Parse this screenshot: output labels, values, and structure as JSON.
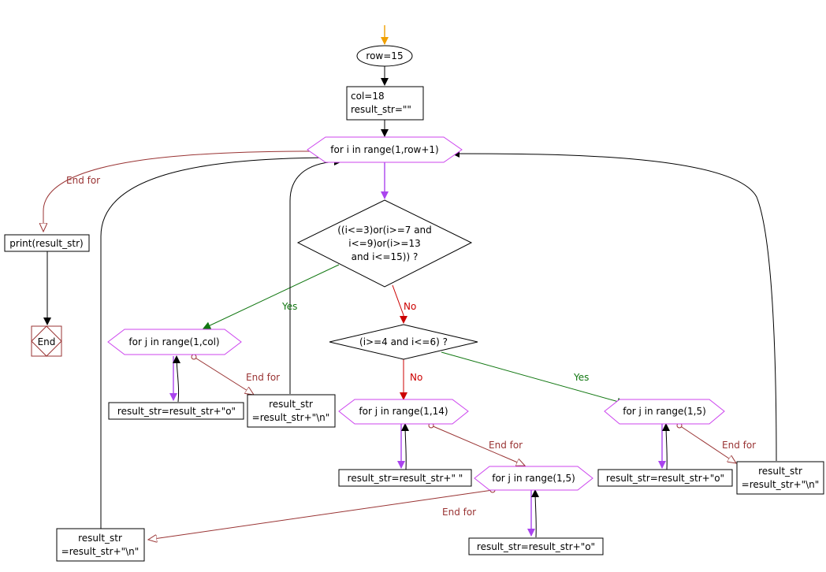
{
  "nodes": {
    "row": "row=15",
    "init_col": "col=18",
    "init_str": "result_str=\"\"",
    "outer_loop": "for i in range(1,row+1)",
    "cond1_line1": "((i<=3)or(i>=7 and",
    "cond1_line2": "i<=9)or(i>=13",
    "cond1_line3": "and i<=15)) ?",
    "cond2": "(i>=4 and i<=6) ?",
    "loop_a": "for j in range(1,col)",
    "body_a": "result_str=result_str+\"o\"",
    "nl_a_line1": "result_str",
    "nl_a_line2": "=result_str+\"\\n\"",
    "loop_b": "for j in range(1,14)",
    "body_b": "result_str=result_str+\" \"",
    "loop_c": "for j in range(1,5)",
    "body_c": "result_str=result_str+\"o\"",
    "nl_c_line1": "result_str",
    "nl_c_line2": "=result_str+\"\\n\"",
    "loop_d": "for j in range(1,5)",
    "body_d": "result_str=result_str+\"o\"",
    "nl_d_line1": "result_str",
    "nl_d_line2": "=result_str+\"\\n\"",
    "print": "print(result_str)",
    "end": "End"
  },
  "labels": {
    "end_for": "End for",
    "yes": "Yes",
    "no": "No"
  },
  "colors": {
    "loop": "#cc44ee",
    "end_for": "#993333",
    "yes": "#117711",
    "no": "#cc0000",
    "start": "#f0a000"
  }
}
